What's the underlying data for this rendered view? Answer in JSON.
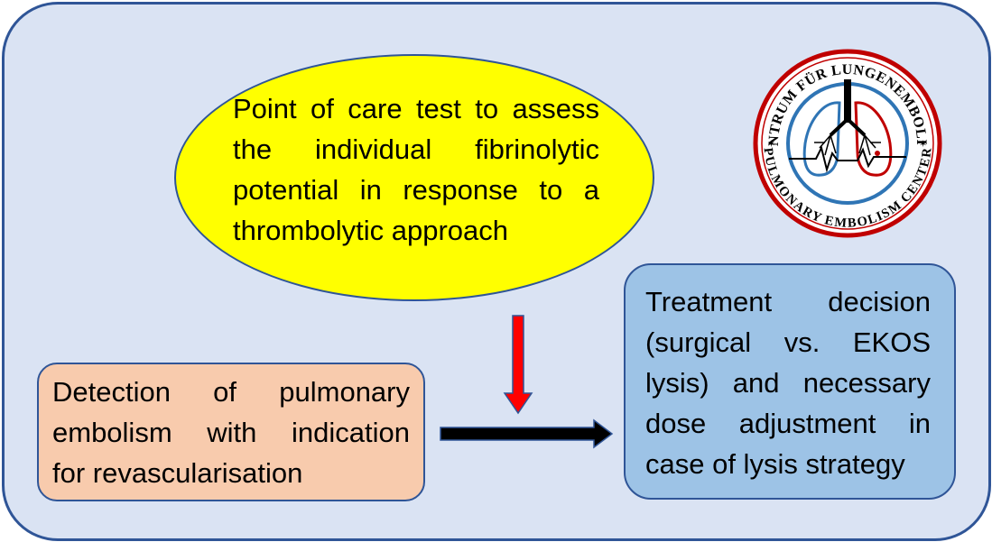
{
  "ellipse": {
    "lines": [
      "Point of care test to assess",
      "the individual fibrinolytic",
      "potential in response to a",
      "thrombolytic approach"
    ]
  },
  "left_box": {
    "lines": [
      "Detection of pulmonary",
      "embolism with indication",
      "for revascularisation"
    ]
  },
  "right_box": {
    "lines": [
      "Treatment decision",
      "(surgical vs. EKOS",
      "lysis) and necessary",
      "dose adjustment in",
      "case of lysis strategy"
    ]
  },
  "logo": {
    "top_text": "ZENTRUM FÜR LUNGENEMBOLIEN",
    "bottom_text": "PULMONARY EMBOLISM CENTER",
    "ring_color": "#c00000",
    "inner_color": "#2f75b5"
  },
  "colors": {
    "background_panel": "#dae3f3",
    "ellipse_fill": "#ffff00",
    "left_box_fill": "#f8cbad",
    "right_box_fill": "#9dc3e6",
    "vertical_arrow": "#ff0000",
    "horizontal_arrow": "#000000"
  }
}
